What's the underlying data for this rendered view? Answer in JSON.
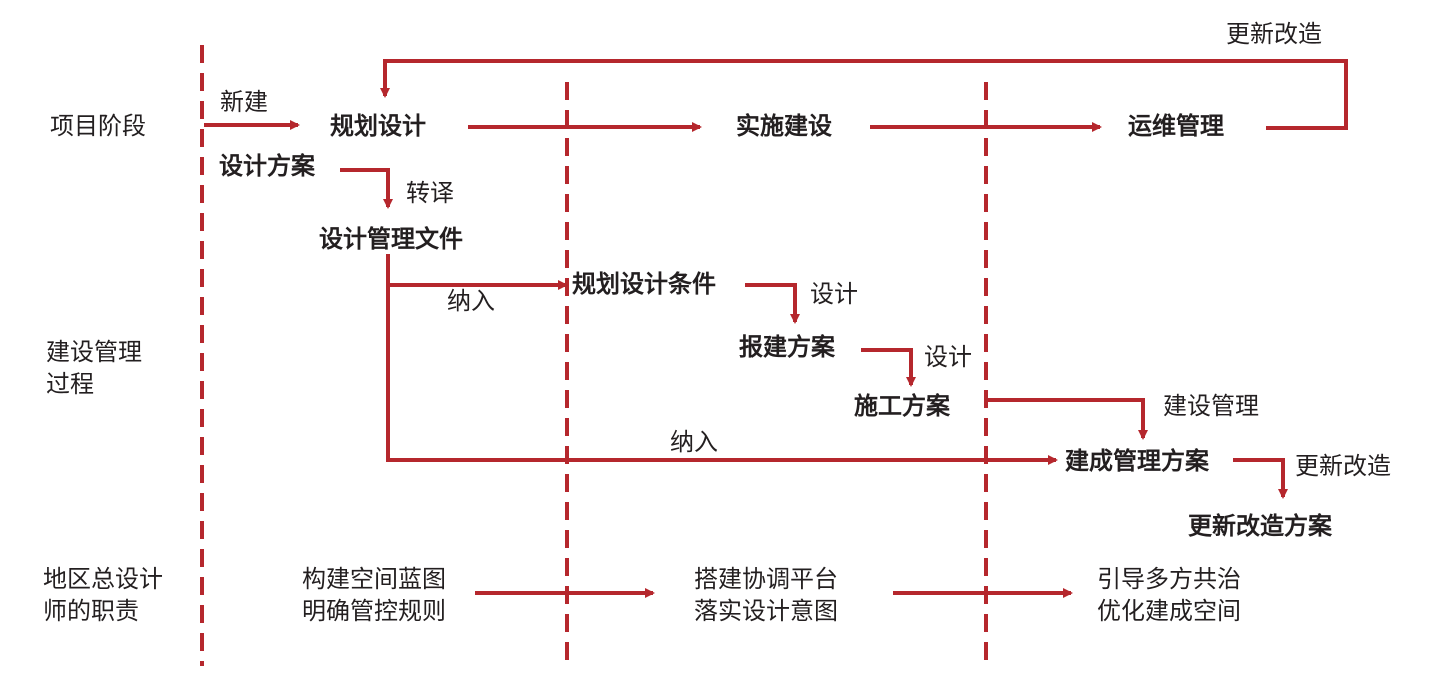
{
  "colors": {
    "accent": "#b5272d",
    "text": "#231f20",
    "background": "#ffffff"
  },
  "row_labels": {
    "stage": "项目阶段",
    "process": [
      "建设管理",
      "过程"
    ],
    "role": [
      "地区总设计",
      "师的职责"
    ]
  },
  "stages": [
    "规划设计",
    "实施建设",
    "运维管理"
  ],
  "stage_edges": {
    "new": "新建",
    "renovate": "更新改造"
  },
  "process_nodes": {
    "design_scheme": "设计方案",
    "mgmt_doc": "设计管理文件",
    "planning_conditions": "规划设计条件",
    "submission_scheme": "报建方案",
    "construction_scheme": "施工方案",
    "build_mgmt_scheme": "建成管理方案",
    "renovation_scheme": "更新改造方案"
  },
  "process_edges": {
    "translate": "转译",
    "include_1": "纳入",
    "design_1": "设计",
    "design_2": "设计",
    "build_mgmt": "建设管理",
    "include_2": "纳入",
    "renovate": "更新改造"
  },
  "duties": [
    [
      "构建空间蓝图",
      "明确管控规则"
    ],
    [
      "搭建协调平台",
      "落实设计意图"
    ],
    [
      "引导多方共治",
      "优化建成空间"
    ]
  ]
}
